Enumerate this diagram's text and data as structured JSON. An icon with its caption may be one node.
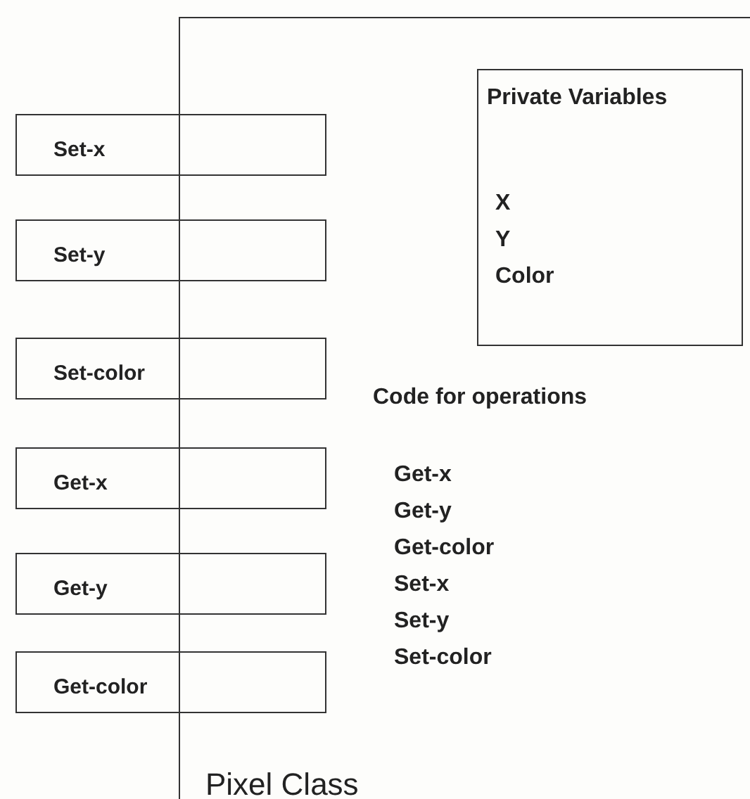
{
  "diagram": {
    "nodes": [
      {
        "text": [
          "Code for operations",
          "Get-x",
          "Get-y",
          "Get-color",
          "Set-x",
          "Set-y",
          "Set-color",
          "Pixel Class"
        ]
      },
      {
        "text": [
          "Private Variables",
          "X",
          "Y",
          "Color"
        ],
        "in": 0
      },
      {
        "text": [
          "Set-x"
        ]
      },
      {
        "text": [
          "Set-y"
        ]
      },
      {
        "text": [
          "Set-color"
        ]
      },
      {
        "text": [
          "Get-x"
        ]
      },
      {
        "text": [
          "Get-y"
        ]
      },
      {
        "text": [
          "Get-color"
        ]
      }
    ]
  }
}
